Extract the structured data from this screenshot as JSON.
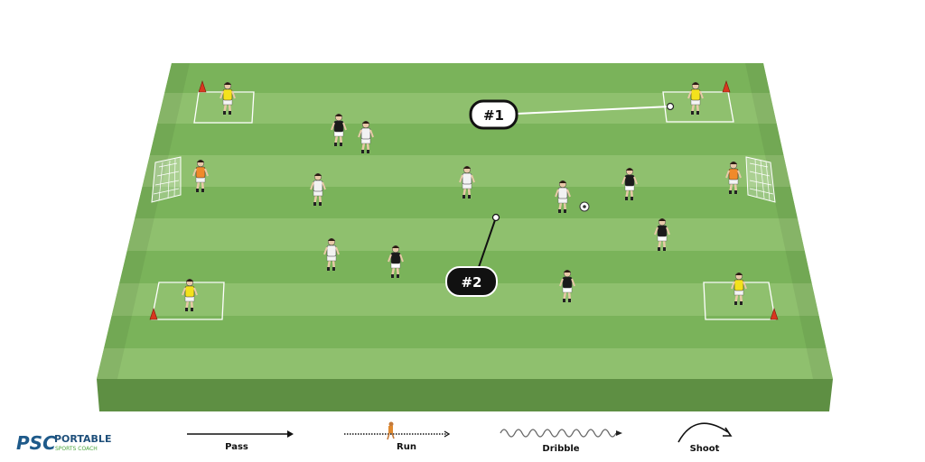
{
  "callouts": [
    {
      "label": "#1"
    },
    {
      "label": "#2"
    }
  ],
  "logo": {
    "mark": "PSC",
    "line1": "PORTABLE",
    "line2": "SPORTS COACH"
  },
  "legend": [
    {
      "label": "Pass",
      "icon": "pass-arrow-icon"
    },
    {
      "label": "Run",
      "icon": "run-dotted-arrow-icon"
    },
    {
      "label": "Dribble",
      "icon": "dribble-wavy-arrow-icon"
    },
    {
      "label": "Shoot",
      "icon": "shoot-curved-arrow-icon"
    }
  ],
  "colors": {
    "pitch_light": "#8fc06e",
    "pitch_dark": "#7ab35a",
    "pitch_side": "#5e8f43",
    "team_white": "#f2f2f2",
    "team_black": "#1a1a1a",
    "keeper_yellow": "#f3e21c",
    "goalie_orange": "#f08a2a",
    "cone": "#d9371f"
  }
}
